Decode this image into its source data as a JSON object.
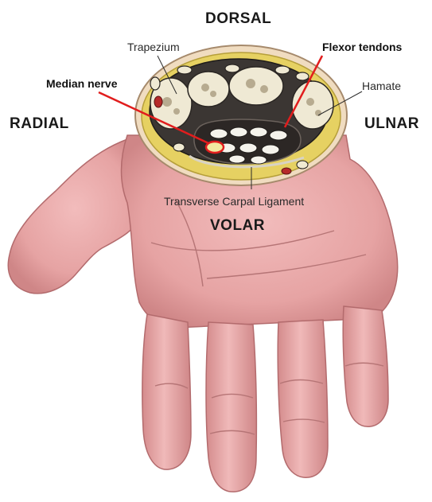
{
  "orientation": {
    "top": "DORSAL",
    "left": "RADIAL",
    "right": "ULNAR",
    "bottom": "VOLAR"
  },
  "labels": {
    "trapezium": "Trapezium",
    "hamate": "Hamate",
    "median_nerve": "Median nerve",
    "flexor_tendons": "Flexor tendons",
    "ligament": "Transverse Carpal Ligament"
  },
  "colors": {
    "skin": "#e9a9a8",
    "skin_shadow": "#c97f80",
    "fat": "#e8d56a",
    "bone": "#efe9d4",
    "dark_tissue": "#3b3633",
    "nerve_highlight": "#e11d1d",
    "pointer_red": "#e11d1d"
  }
}
